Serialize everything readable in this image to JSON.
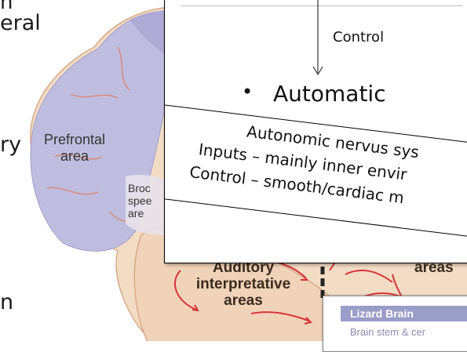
{
  "left_fragments": {
    "line1": "n",
    "line2": "eral",
    "line3": "ry",
    "line4": "n"
  },
  "brain_labels": {
    "prefrontal": "Prefrontal\narea",
    "broca": "Broc\nspee\nare",
    "auditory": "Auditory\ninterpretative\nareas",
    "areas_right": "areas"
  },
  "slide": {
    "control_label": "Control",
    "bullet": "•",
    "heading": "Automatic",
    "lines": [
      "Autonomic nervus sys",
      "Inputs – mainly inner envir",
      "Control – smooth/cardiac m"
    ]
  },
  "lizard_card": {
    "title": "Lizard Brain",
    "subtitle": "Brain stem & cer"
  },
  "colors": {
    "brain_fill": "#f2dcc4",
    "prefrontal_fill": "#bfbddf",
    "arrow_red": "#d8343a",
    "lizard_header": "#9a9dc8"
  }
}
